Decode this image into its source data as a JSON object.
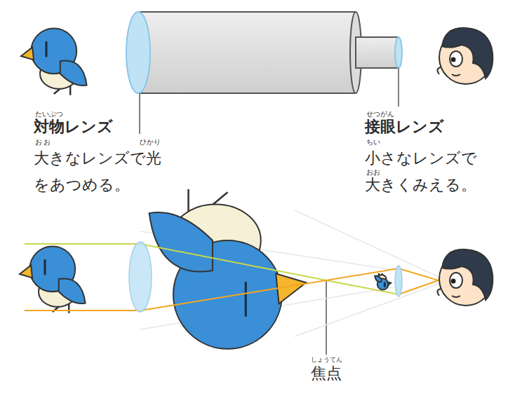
{
  "diagram": {
    "labels": [
      "たいぶつ",
      "対物レンズ",
      "おお",
      "ひかり",
      "大きなレンズで光をあつめる。",
      "せつがん",
      "接眼レンズ",
      "ちい",
      "おお",
      "小さなレンズで大きくみえる。",
      "しょうてん",
      "焦点"
    ]
  }
}
